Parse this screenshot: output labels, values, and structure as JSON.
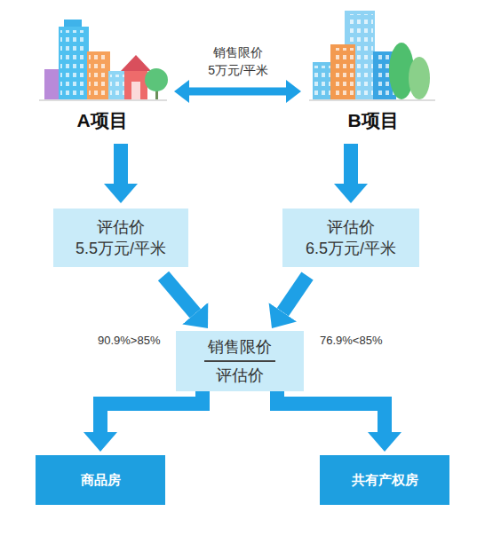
{
  "diagram": {
    "nodes": [
      {
        "text": [
          "A项目"
        ]
      },
      {
        "text": [
          "B项目"
        ]
      },
      {
        "text": [
          "评估价",
          "5.5万元/平米"
        ]
      },
      {
        "text": [
          "评估价",
          "6.5万元/平米"
        ]
      },
      {
        "text": [
          "销售限价",
          "评估价"
        ]
      },
      {
        "text": [
          "商品房"
        ]
      },
      {
        "text": [
          "共有产权房"
        ]
      }
    ],
    "edges": [
      {
        "from": 0,
        "to": 1,
        "arrow": "both",
        "label": "销售限价 5万元/平米"
      },
      {
        "from": 0,
        "to": 2,
        "arrow": "to"
      },
      {
        "from": 1,
        "to": 3,
        "arrow": "to"
      },
      {
        "from": 2,
        "to": 4,
        "arrow": "to",
        "label": "90.9%>85%"
      },
      {
        "from": 3,
        "to": 4,
        "arrow": "to",
        "label": "76.9%<85%"
      },
      {
        "from": 4,
        "to": 5,
        "arrow": "to"
      },
      {
        "from": 4,
        "to": 6,
        "arrow": "to"
      }
    ]
  }
}
